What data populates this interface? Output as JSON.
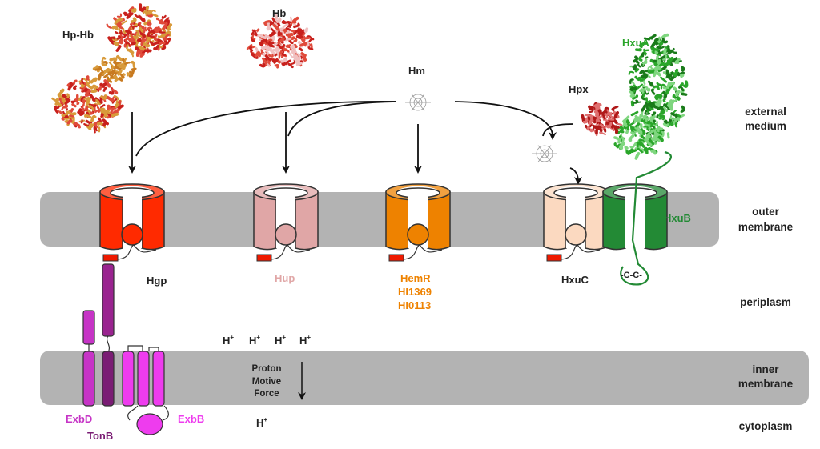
{
  "regions": {
    "external": [
      "external",
      "medium"
    ],
    "outer_membrane": [
      "outer",
      "membrane"
    ],
    "periplasm": "periplasm",
    "inner_membrane": [
      "inner",
      "membrane"
    ],
    "cytoplasm": "cytoplasm"
  },
  "ligands": {
    "hp_hb": "Hp-Hb",
    "hb": "Hb",
    "hm": "Hm",
    "hpx": "Hpx",
    "hxua": "HxuA"
  },
  "receptors": {
    "hgp": {
      "label": "Hgp",
      "color": "#ff2a00"
    },
    "hup": {
      "label": "Hup",
      "color": "#e0a6a6"
    },
    "hemr": {
      "label": [
        "HemR",
        "HI1369",
        "HI0113"
      ],
      "color": "#ee8200"
    },
    "hxuc": {
      "label": "HxuC",
      "color": "#fbd9c0"
    },
    "hxub": {
      "label": "HxuB",
      "color": "#238a35"
    }
  },
  "disulfide": "-C-C-",
  "ton_complex": {
    "exbd": "ExbD",
    "tonb": "TonB",
    "exbb": "ExbB"
  },
  "protons": {
    "symbol": "H",
    "charge": "+"
  },
  "pmf": [
    "Proton",
    "Motive",
    "Force"
  ],
  "colors": {
    "membrane": "#b3b3b3",
    "exbd": "#c634c6",
    "tonb": "#7a1c74",
    "tonb_peri": "#9a2490",
    "exbb": "#ee3cee",
    "hxua": "#2aa52a",
    "hm": "#888888"
  }
}
